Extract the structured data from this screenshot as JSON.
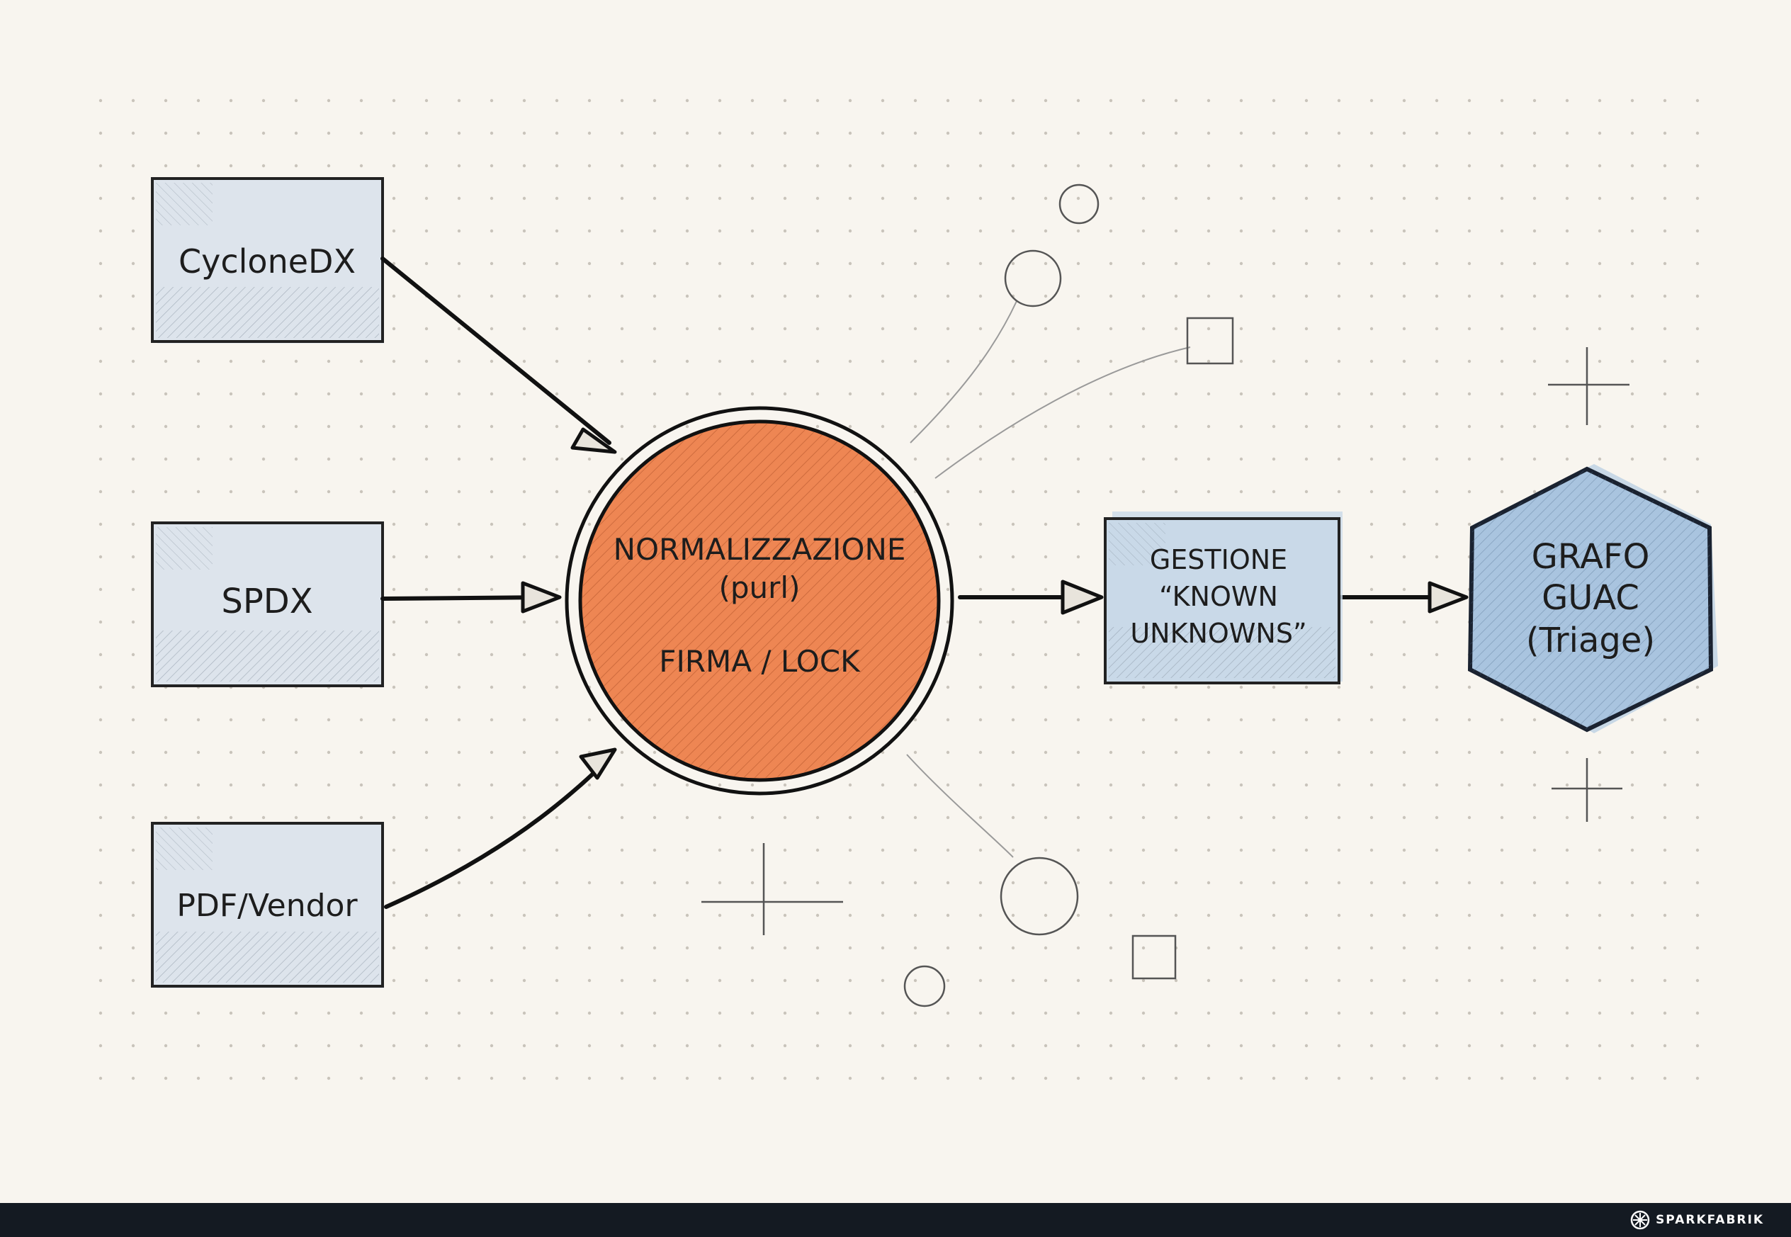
{
  "diagram": {
    "sources": [
      {
        "label": "CycloneDX"
      },
      {
        "label": "SPDX"
      },
      {
        "label": "PDF/Vendor"
      }
    ],
    "center": {
      "line1": "NORMALIZZAZIONE",
      "line2": "(purl)",
      "line3": "FIRMA / LOCK",
      "fill_color": "#ee8653"
    },
    "middle": {
      "line1": "GESTIONE",
      "line2": "“KNOWN",
      "line3": "UNKNOWNS”",
      "fill_color": "#c9d9e8"
    },
    "target": {
      "line1": "GRAFO",
      "line2": "GUAC",
      "line3": "(Triage)",
      "fill_color": "#a9c4df"
    },
    "source_fill_color": "#dde4ec"
  },
  "footer": {
    "brand": "SPARKFABRIK",
    "brand_icon": "sparkfabrik-logo-icon"
  }
}
